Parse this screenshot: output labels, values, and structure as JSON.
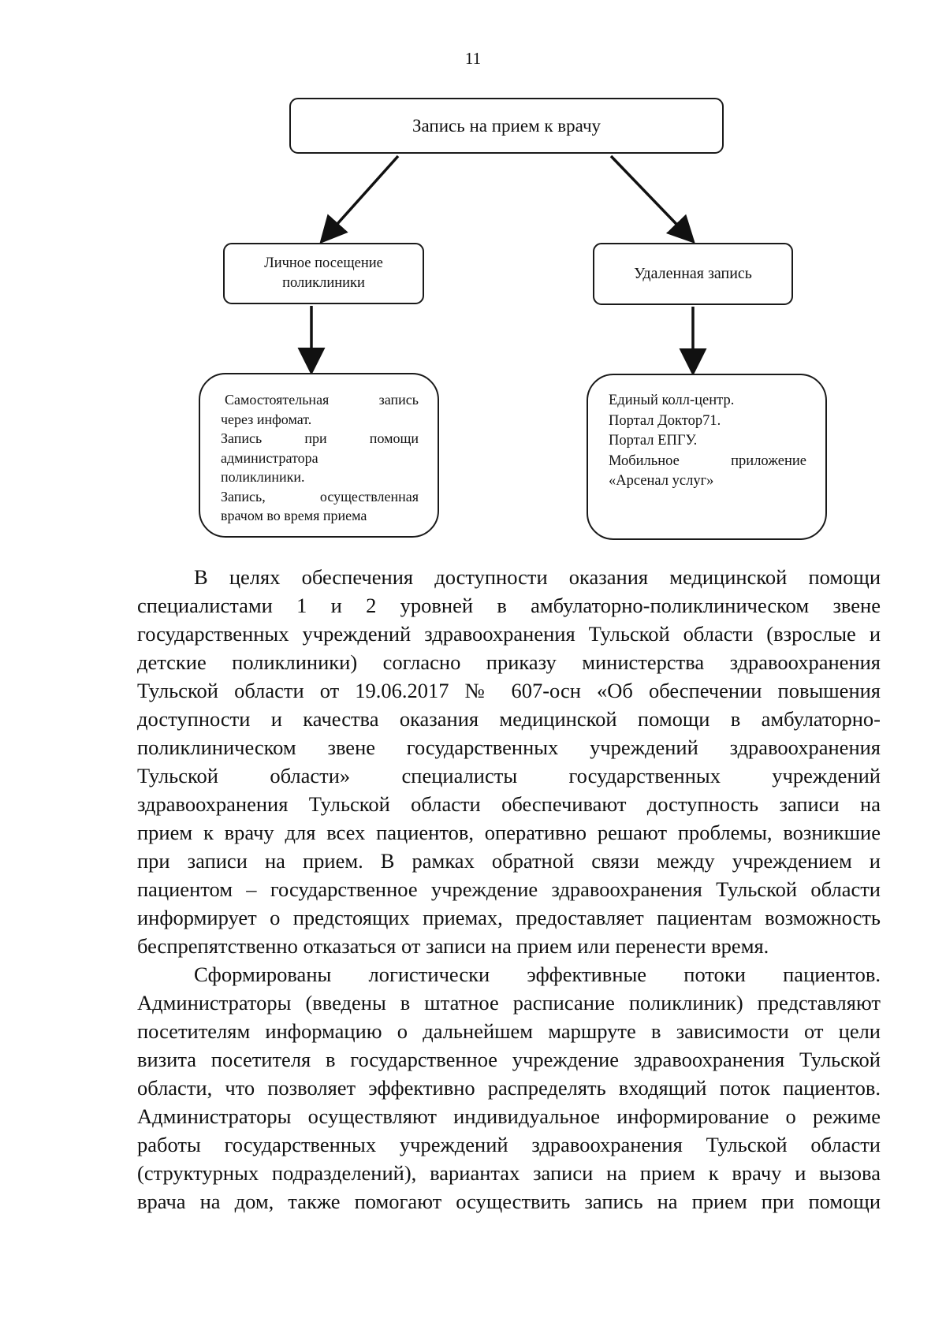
{
  "page": {
    "number": "11"
  },
  "diagram": {
    "top": {
      "label": "Запись на прием к врачу"
    },
    "left_mid": {
      "lines": [
        "Личное посещение",
        "поликлиники"
      ]
    },
    "right_mid": {
      "label": "Удаленная запись"
    },
    "left_bottom": {
      "lines": [
        "Самостоятельная запись",
        "через инфомат.",
        "Запись при помощи",
        "администратора",
        "поликлиники.",
        "Запись, осуществленная",
        "врачом во время приема"
      ]
    },
    "right_bottom": {
      "lines": [
        "Единый колл-центр.",
        "Портал Доктор71.",
        "Портал ЕПГУ.",
        "Мобильное приложение",
        "«Арсенал услуг»"
      ]
    }
  },
  "body": {
    "paragraph1": [
      "В целях обеспечения доступности оказания медицинской помощи",
      "специалистами 1 и 2 уровней в амбулаторно-поликлиническом звене",
      "государственных учреждений здравоохранения Тульской области (взрослые и",
      "детские поликлиники) согласно приказу министерства здравоохранения",
      "Тульской области от 19.06.2017 № 607-осн «Об обеспечении повышения",
      "доступности и качества оказания медицинской помощи в амбулаторно-",
      "поликлиническом звене государственных учреждений здравоохранения",
      "Тульской области» специалисты государственных учреждений",
      "здравоохранения Тульской области обеспечивают доступность записи на",
      "прием к врачу для всех пациентов, оперативно решают проблемы, возникшие",
      "при записи на прием. В рамках обратной связи между учреждением и",
      "пациентом – государственное учреждение здравоохранения Тульской области",
      "информирует о предстоящих приемах, предоставляет пациентам возможность",
      "беспрепятственно отказаться от записи на прием или перенести время."
    ],
    "paragraph2": [
      "Сформированы логистически эффективные потоки пациентов.",
      "Администраторы (введены в штатное расписание поликлиник) представляют",
      "посетителям информацию о дальнейшем маршруте в зависимости от цели",
      "визита посетителя в государственное учреждение здравоохранения Тульской",
      "области, что позволяет эффективно распределять входящий поток пациентов.",
      "Администраторы осуществляют индивидуальное информирование о режиме",
      "работы государственных учреждений здравоохранения Тульской области",
      "(структурных подразделений), вариантах записи на прием к врачу и вызова",
      "врача на дом, также помогают осуществить запись на прием при помощи"
    ]
  }
}
